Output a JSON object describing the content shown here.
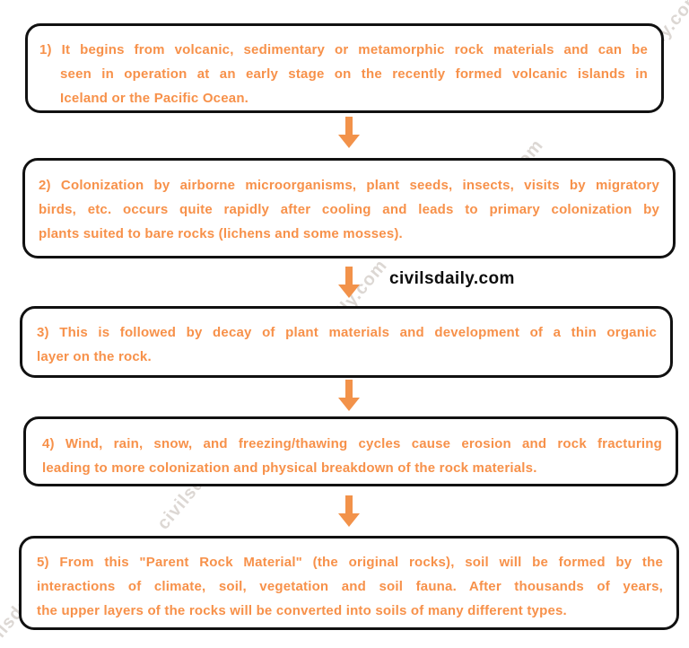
{
  "colors": {
    "text_orange": "#f7914a",
    "arrow_orange": "#f2924a",
    "border_black": "#111111",
    "label_black": "#0d0d0d",
    "watermark_gray": "rgba(131,112,98,0.28)",
    "background": "#ffffff"
  },
  "site_label": "civilsdaily.com",
  "watermark": {
    "text": "civilsdaily.com"
  },
  "stages": [
    {
      "id": "1",
      "lines": [
        "1) It begins from volcanic, sedimentary or metamorphic rock materials and can be",
        "seen in operation at an early stage on the recently formed volcanic islands in",
        "Iceland or the Pacific Ocean."
      ]
    },
    {
      "id": "2",
      "lines": [
        "2) Colonization by airborne microorganisms, plant seeds, insects, visits by migratory",
        "birds, etc. occurs quite rapidly after cooling and leads to primary colonization by",
        "plants suited to bare rocks (lichens and some mosses)."
      ]
    },
    {
      "id": "3",
      "lines": [
        "3) This is followed by decay of plant materials and development of a thin organic",
        "layer on the rock."
      ]
    },
    {
      "id": "4",
      "lines": [
        "4) Wind, rain, snow, and freezing/thawing cycles cause erosion and rock fracturing",
        "leading to more colonization and physical breakdown of the rock materials."
      ]
    },
    {
      "id": "5",
      "lines": [
        "5) From this \"Parent Rock Material\" (the original rocks), soil will be formed by the",
        "interactions of climate, soil, vegetation and soil fauna. After thousands of years,",
        "the upper layers of the rocks will be converted into soils of many different types."
      ]
    }
  ]
}
